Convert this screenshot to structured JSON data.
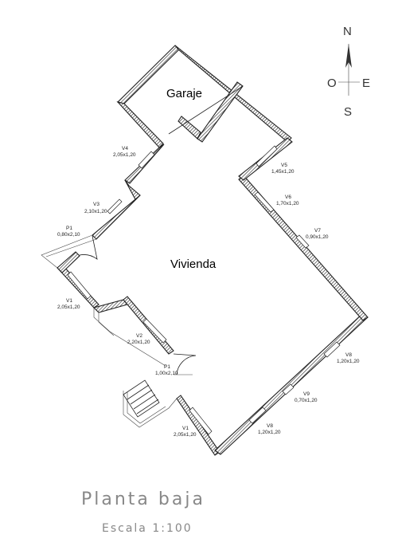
{
  "rooms": {
    "garage": "Garaje",
    "house": "Vivienda"
  },
  "openings": {
    "v4": [
      "V4",
      "2,05x1,20"
    ],
    "v3": [
      "V3",
      "2,10x1,20"
    ],
    "p1_upper": [
      "P1",
      "0,80x2,10"
    ],
    "v1_left": [
      "V1",
      "2,05x1,20"
    ],
    "v2": [
      "V2",
      "2,20x1,20"
    ],
    "p1_main": [
      "P1",
      "1,00x2,10"
    ],
    "v1_bottom": [
      "V1",
      "2,05x1,20"
    ],
    "v5": [
      "V5",
      "1,45x1,20"
    ],
    "v6": [
      "V6",
      "1,70x1,20"
    ],
    "v7": [
      "V7",
      "0,90x1,20"
    ],
    "v8_right": [
      "V8",
      "1,20x1,20"
    ],
    "v9": [
      "V9",
      "0,70x1,20"
    ],
    "v8_bottom": [
      "V8",
      "1,20x1,20"
    ]
  },
  "compass": {
    "north": "N",
    "west": "O",
    "east": "E",
    "south": "S"
  },
  "title": "Planta baja",
  "scale": "Escala 1:100"
}
